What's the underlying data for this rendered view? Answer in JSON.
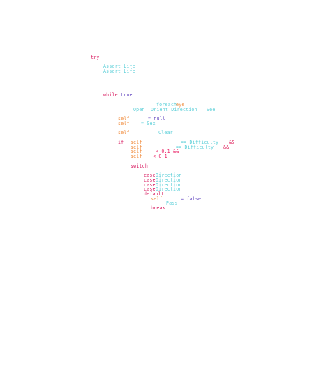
{
  "editor": {
    "lines": [
      {
        "tokens": [
          {
            "t": "try",
            "c": "kw"
          }
        ]
      },
      {
        "tokens": [
          {
            "t": "Assert Life",
            "c": "type"
          }
        ]
      },
      {
        "tokens": [
          {
            "t": "Assert Life",
            "c": "type"
          }
        ]
      },
      {
        "tokens": [
          {
            "t": "while",
            "c": "kw"
          },
          {
            "t": "true",
            "c": "lit"
          }
        ]
      },
      {
        "tokens": [
          {
            "t": "foreach",
            "c": "type"
          },
          {
            "t": "eye",
            "c": "self"
          }
        ]
      },
      {
        "tokens": [
          {
            "t": "Open",
            "c": "type"
          },
          {
            "t": "Orient Direction",
            "c": "type"
          },
          {
            "t": "See",
            "c": "type"
          }
        ]
      },
      {
        "tokens": [
          {
            "t": "self",
            "c": "self"
          },
          {
            "t": "= null",
            "c": "lit"
          }
        ]
      },
      {
        "tokens": [
          {
            "t": "self",
            "c": "self"
          },
          {
            "t": "= Sex",
            "c": "type"
          }
        ]
      },
      {
        "tokens": [
          {
            "t": "self",
            "c": "self"
          },
          {
            "t": "Clear",
            "c": "type"
          }
        ]
      },
      {
        "tokens": [
          {
            "t": "if",
            "c": "kw"
          },
          {
            "t": "self",
            "c": "self"
          },
          {
            "t": "== Difficulty",
            "c": "type"
          },
          {
            "t": "&&",
            "c": "op"
          }
        ]
      },
      {
        "tokens": [
          {
            "t": "self",
            "c": "self"
          },
          {
            "t": "== Difficulty",
            "c": "type"
          },
          {
            "t": "&&",
            "c": "op"
          }
        ]
      },
      {
        "tokens": [
          {
            "t": "self",
            "c": "self"
          },
          {
            "t": "< 0.1 &&",
            "c": "num"
          }
        ]
      },
      {
        "tokens": [
          {
            "t": "self",
            "c": "self"
          },
          {
            "t": "< 0.1",
            "c": "num"
          }
        ]
      },
      {
        "tokens": [
          {
            "t": "switch",
            "c": "kw"
          }
        ]
      },
      {
        "tokens": [
          {
            "t": "case",
            "c": "kw"
          },
          {
            "t": "Direction",
            "c": "type"
          }
        ]
      },
      {
        "tokens": [
          {
            "t": "case",
            "c": "kw"
          },
          {
            "t": "Direction",
            "c": "type"
          }
        ]
      },
      {
        "tokens": [
          {
            "t": "case",
            "c": "kw"
          },
          {
            "t": "Direction",
            "c": "type"
          }
        ]
      },
      {
        "tokens": [
          {
            "t": "case",
            "c": "kw"
          },
          {
            "t": "Direction",
            "c": "type"
          }
        ]
      },
      {
        "tokens": [
          {
            "t": "default",
            "c": "kw"
          }
        ]
      },
      {
        "tokens": [
          {
            "t": "self",
            "c": "self"
          },
          {
            "t": "= false",
            "c": "lit"
          }
        ]
      },
      {
        "tokens": [
          {
            "t": "Pass",
            "c": "type"
          }
        ]
      },
      {
        "tokens": [
          {
            "t": "break",
            "c": "kw"
          }
        ]
      }
    ],
    "colors": {
      "keyword": "#d81b60",
      "type": "#5ccfd8",
      "self": "#f08a3a",
      "literal": "#6a4fc3",
      "operator": "#e0245e",
      "background": "#ffffff"
    }
  }
}
